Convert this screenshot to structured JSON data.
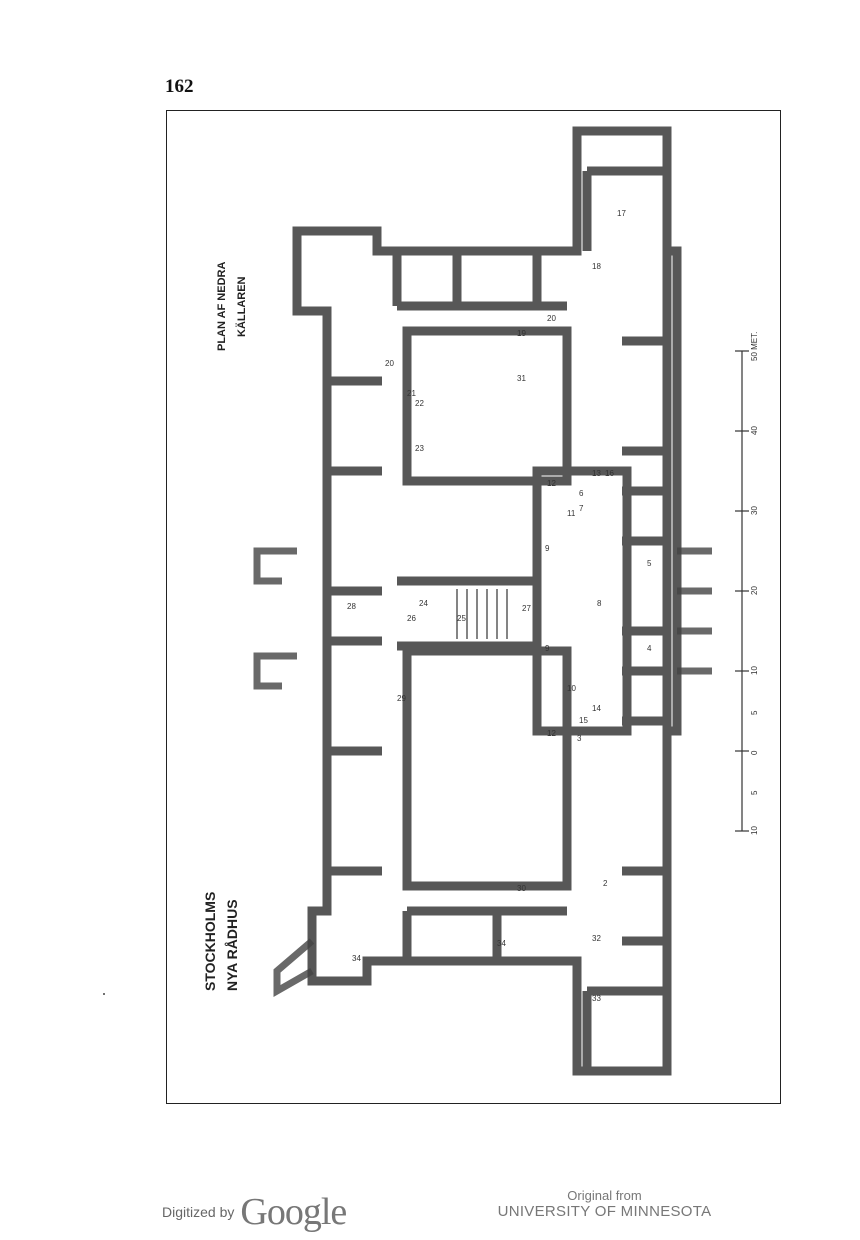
{
  "page": {
    "number": "162"
  },
  "plan": {
    "title_left_line1": "STOCKHOLMS",
    "title_left_line2": "NYA RÅDHUS",
    "title_right_line1": "PLAN AF NEDRA",
    "title_right_line2": "KÄLLAREN",
    "scale_labels": [
      "10",
      "5",
      "0",
      "5",
      "10",
      "20",
      "30",
      "40",
      "50 MET."
    ],
    "room_numbers": [
      "2",
      "3",
      "4",
      "5",
      "6",
      "7",
      "8",
      "9",
      "9",
      "10",
      "11",
      "12",
      "12",
      "13",
      "14",
      "15",
      "16",
      "17",
      "18",
      "19",
      "20",
      "20",
      "21",
      "22",
      "23",
      "24",
      "25",
      "26",
      "27",
      "28",
      "29",
      "30",
      "31",
      "32",
      "33",
      "34",
      "34"
    ]
  },
  "footer": {
    "digitized_by": "Digitized by",
    "google": "Google",
    "original_from": "Original from",
    "institution": "UNIVERSITY OF MINNESOTA"
  }
}
